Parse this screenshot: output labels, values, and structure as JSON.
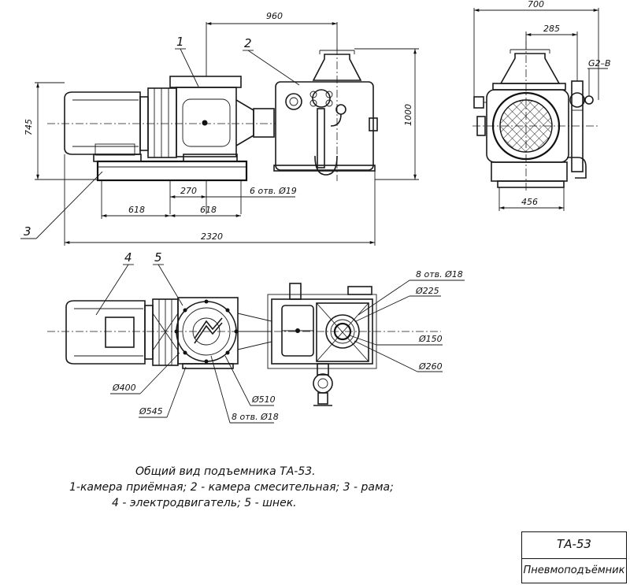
{
  "dimensions": {
    "d960": "960",
    "d700": "700",
    "d285": "285",
    "g2b": "G2–B",
    "d745": "745",
    "d1000": "1000",
    "d270": "270",
    "holes6": "6 отв. Ø19",
    "d618a": "618",
    "d618b": "618",
    "d2320": "2320",
    "d456": "456",
    "holes8top": "8 отв. Ø18",
    "d225": "Ø225",
    "d150": "Ø150",
    "d260": "Ø260",
    "d400": "Ø400",
    "d545": "Ø545",
    "d510": "Ø510",
    "holes8bot": "8 отв. Ø18"
  },
  "callouts": {
    "c1": "1",
    "c2": "2",
    "c3": "3",
    "c4": "4",
    "c5": "5"
  },
  "caption": {
    "line1": "Общий вид подъемника ТА-53.",
    "line2": "1-камера приёмная;  2 - камера смесительная; 3 - рама;",
    "line3": "4 - электродвигатель; 5 - шнек."
  },
  "stamp": {
    "designation": "ТА-53",
    "name": "Пневмоподъёмник"
  }
}
